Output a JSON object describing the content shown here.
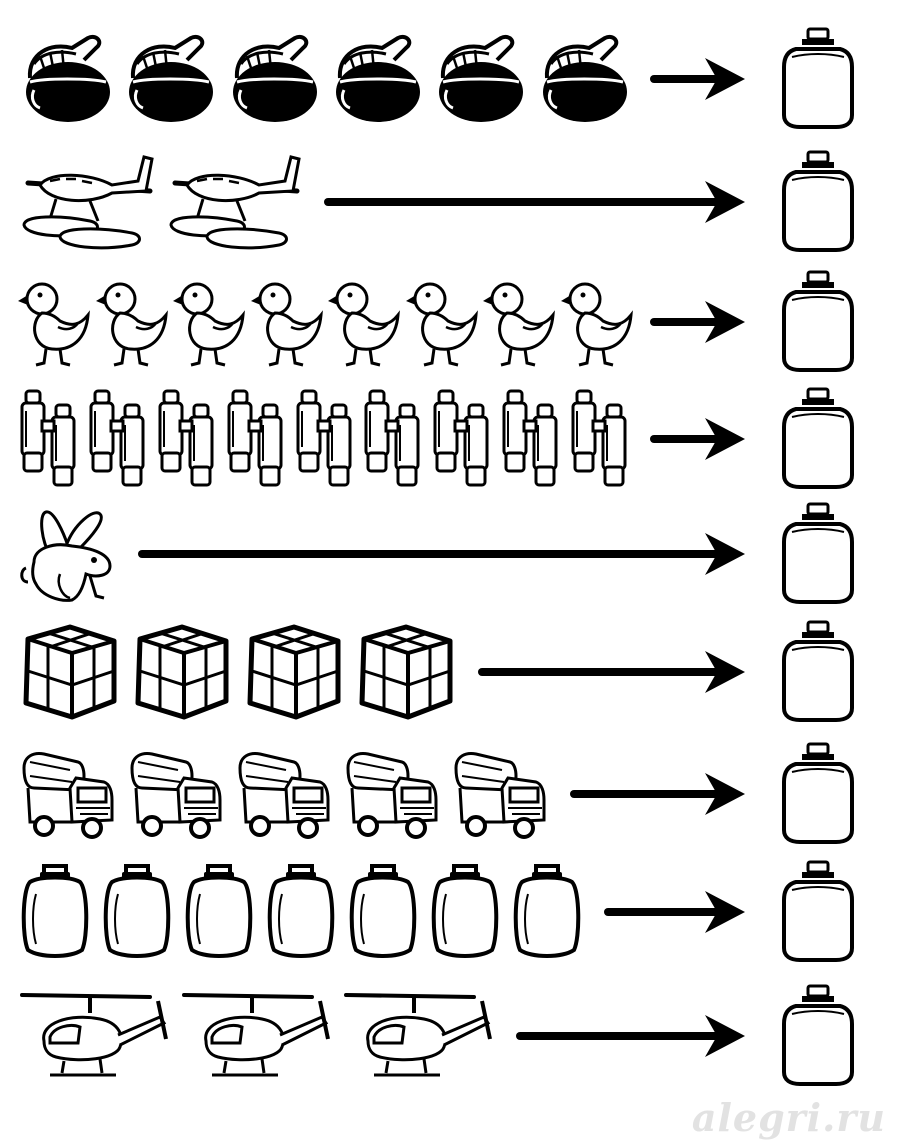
{
  "worksheet": {
    "rows": [
      {
        "picture": "coffee-pot-icon",
        "count": 6
      },
      {
        "picture": "seaplane-icon",
        "count": 2
      },
      {
        "picture": "chick-icon",
        "count": 8
      },
      {
        "picture": "binoculars-icon",
        "count": 9
      },
      {
        "picture": "rabbit-icon",
        "count": 1
      },
      {
        "picture": "parcel-box-icon",
        "count": 4
      },
      {
        "picture": "tanker-truck-icon",
        "count": 5
      },
      {
        "picture": "suitcase-icon",
        "count": 7
      },
      {
        "picture": "helicopter-icon",
        "count": 3
      }
    ],
    "answer_icon": "blank-jar-icon",
    "arrow_icon": "arrow-right-icon"
  },
  "watermark": "alegri.ru",
  "colors": {
    "ink": "#000000",
    "paper": "#ffffff",
    "watermark": "#e2e2e2"
  }
}
